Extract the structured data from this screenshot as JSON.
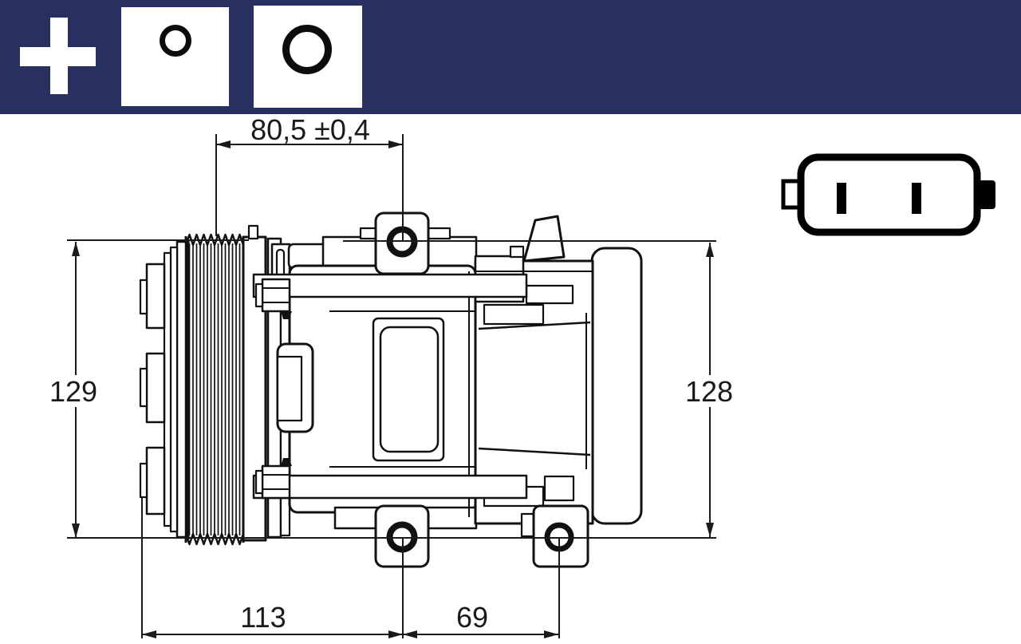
{
  "header": {
    "background_color": "#27305f",
    "icons": [
      {
        "name": "plus-icon"
      },
      {
        "name": "small-ring-icon"
      },
      {
        "name": "large-ring-icon"
      }
    ]
  },
  "drawing": {
    "type": "technical line drawing",
    "subject": "A/C compressor side view with poly-V clutch pulley and mounting lugs",
    "dimensions": {
      "top_width": "80,5 ±0,4",
      "left_height": "129",
      "right_height": "128",
      "bottom_left_span": "113",
      "bottom_right_span": "69"
    },
    "connector": {
      "name": "electrical-connector-2pin",
      "pins": 2
    },
    "line_color": "#1a1a1a",
    "background_color": "#ffffff"
  }
}
